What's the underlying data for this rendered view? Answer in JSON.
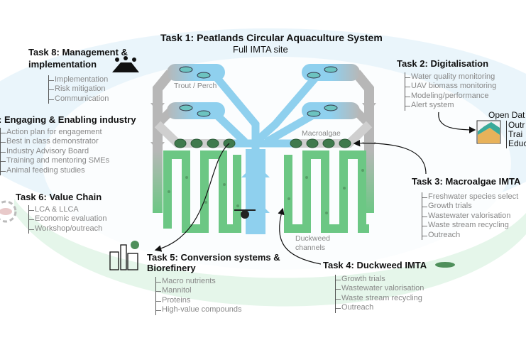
{
  "task1": {
    "title": "Task 1: Peatlands Circular Aquaculture System",
    "subtitle": "Full IMTA site"
  },
  "task8": {
    "title_line1": "Task 8: Management &",
    "title_line2": "implementation",
    "icon": "meeting-people-icon",
    "items": [
      "Implementation",
      "Risk mitigation",
      "Communication"
    ]
  },
  "task7": {
    "title": ": Engaging & Enabling industry",
    "items": [
      "Action plan for engagement",
      "Best in class demonstrator",
      "Industry Advisory Board",
      "Training and mentoring SMEs",
      "Animal feeding studies"
    ]
  },
  "task6": {
    "title": "Task 6: Value Chain",
    "icon": "value-chain-cycle-icon",
    "items": [
      "LCA & LLCA",
      "Economic evaluation",
      "Workshop/outreach"
    ]
  },
  "task2": {
    "title": "Task 2: Digitalisation",
    "items": [
      "Water quality monitoring",
      "UAV biomass monitoring",
      "Modeling/performance",
      "Alert system"
    ]
  },
  "open_data": {
    "title": "Open Dat",
    "items": [
      "Outr",
      "Trai",
      "Educ"
    ],
    "icon": "data-chart-icon"
  },
  "task3": {
    "title": "Task 3: Macroalgae IMTA",
    "items": [
      "Freshwater species select",
      "Growth trials",
      "Wastewater valorisation",
      "Waste stream recycling",
      "Outreach"
    ]
  },
  "task5": {
    "title_line1": "Task 5: Conversion systems  &",
    "title_line2": "Biorefinery",
    "icon": "biorefinery-icon",
    "items": [
      "Macro nutrients",
      "Mannitol",
      "Proteins",
      "High-value compounds"
    ]
  },
  "task4": {
    "title": "Task 4: Duckweed IMTA",
    "icon": "duckweed-icon",
    "items": [
      "Growth trials",
      "Wastewater valorisation",
      "Waste stream recycling",
      "Outreach"
    ]
  },
  "labels": {
    "trout": "Trout / Perch",
    "macroalgae": "Macroalgae",
    "duckweed_line1": "Duckweed",
    "duckweed_line2": "channels"
  },
  "colors": {
    "water": "#8fd0ee",
    "grey_pipe": "#b7b7b7",
    "duckweed_channel": "#6cc784",
    "fish": "#6cc3c0",
    "bg_blue": "#e6f3fa",
    "bg_green": "#e5f6ea"
  }
}
